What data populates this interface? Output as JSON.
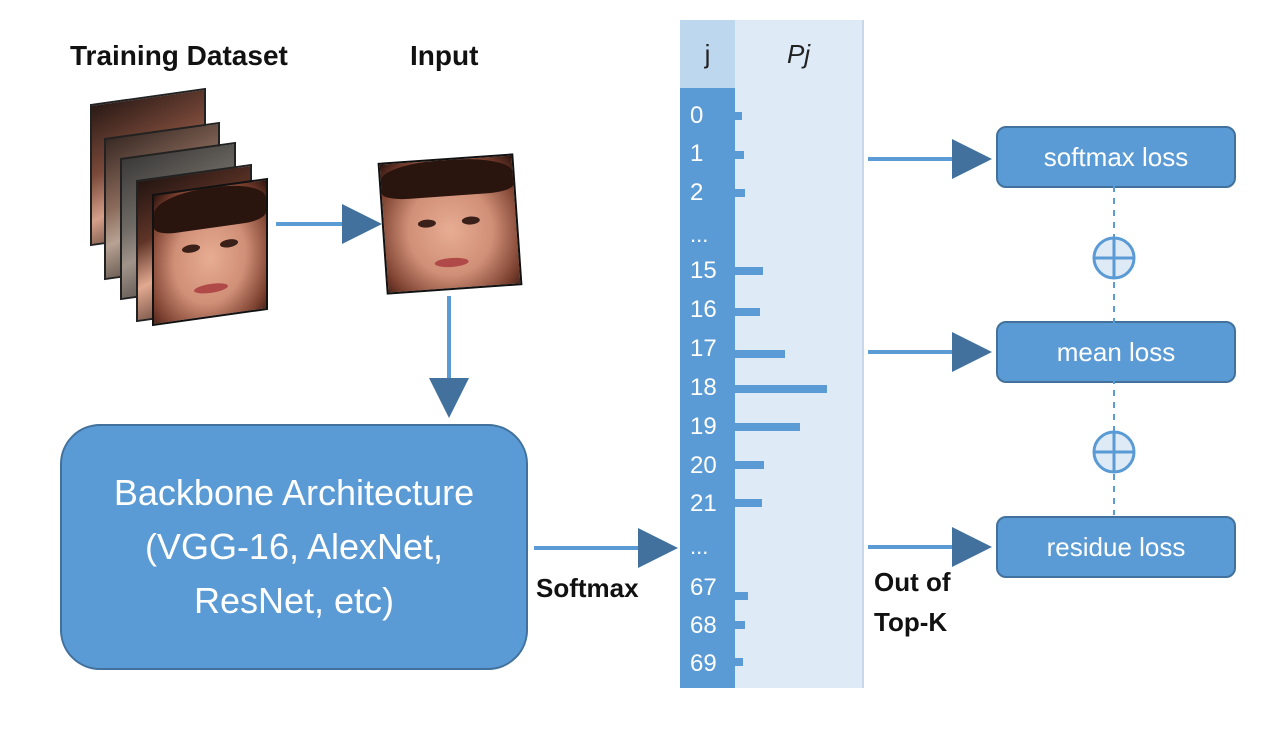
{
  "labels": {
    "training_dataset": "Training Dataset",
    "input": "Input",
    "backbone": "Backbone Architecture\n(VGG-16,   AlexNet,\nResNet, etc)",
    "softmax": "Softmax",
    "out_of_topk": "Out of\nTop-K"
  },
  "table": {
    "col_j": "j",
    "col_p": "Pj"
  },
  "rows": [
    {
      "label": "0",
      "p": 0.03
    },
    {
      "label": "1",
      "p": 0.05
    },
    {
      "label": "2",
      "p": 0.06
    },
    {
      "label": "...",
      "p": null
    },
    {
      "label": "15",
      "p": 0.2
    },
    {
      "label": "16",
      "p": 0.18
    },
    {
      "label": "17",
      "p": 0.38
    },
    {
      "label": "18",
      "p": 0.72
    },
    {
      "label": "19",
      "p": 0.5
    },
    {
      "label": "20",
      "p": 0.21
    },
    {
      "label": "21",
      "p": 0.19
    },
    {
      "label": "...",
      "p": null
    },
    {
      "label": "67",
      "p": 0.08
    },
    {
      "label": "68",
      "p": 0.06
    },
    {
      "label": "69",
      "p": 0.04
    }
  ],
  "losses": [
    {
      "label": "softmax loss"
    },
    {
      "label": "mean loss"
    },
    {
      "label": "residue loss"
    }
  ],
  "colors": {
    "accent": "#5b9bd5",
    "accent_border": "#41719c",
    "column_head": "#bdd7ee",
    "column_bg": "#deebf7"
  }
}
